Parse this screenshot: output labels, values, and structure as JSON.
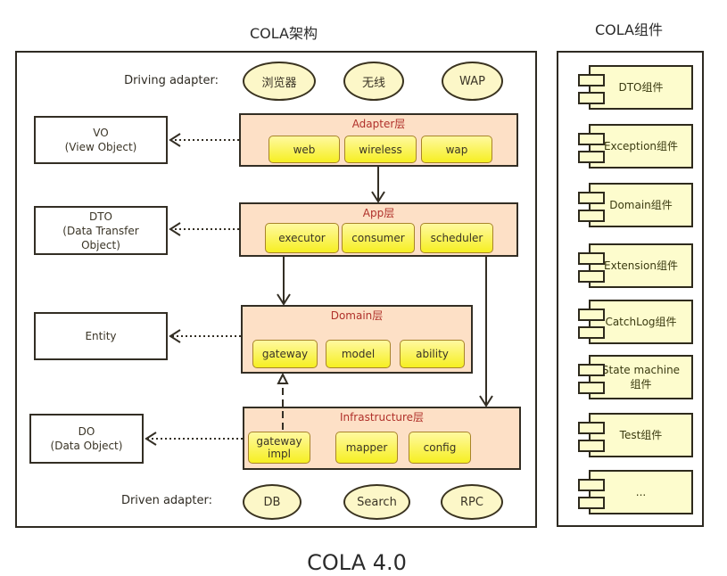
{
  "titles": {
    "architecture": "COLA架构",
    "components": "COLA组件",
    "bottom": "COLA 4.0"
  },
  "driving_adapter": {
    "label": "Driving adapter:",
    "items": [
      "浏览器",
      "无线",
      "WAP"
    ]
  },
  "driven_adapter": {
    "label": "Driven adapter:",
    "items": [
      "DB",
      "Search",
      "RPC"
    ]
  },
  "objects": [
    {
      "text": "VO\n(View Object)"
    },
    {
      "text": "DTO\n(Data Transfer\nObject)"
    },
    {
      "text": "Entity"
    },
    {
      "text": "DO\n(Data Object)"
    }
  ],
  "layers": {
    "adapter": {
      "title": "Adapter层",
      "modules": [
        "web",
        "wireless",
        "wap"
      ]
    },
    "app": {
      "title": "App层",
      "modules": [
        "executor",
        "consumer",
        "scheduler"
      ]
    },
    "domain": {
      "title": "Domain层",
      "modules": [
        "gateway",
        "model",
        "ability"
      ]
    },
    "infrastructure": {
      "title": "Infrastructure层",
      "modules": [
        "gateway\nimpl",
        "mapper",
        "config"
      ]
    }
  },
  "components": [
    "DTO组件",
    "Exception组件",
    "Domain组件",
    "Extension组件",
    "CatchLog组件",
    "State machine\n组件",
    "Test组件",
    "..."
  ],
  "colors": {
    "layer_fill": "#fde0c6",
    "layer_title": "#b0302a",
    "module_fill": "#f6ef22",
    "ellipse_fill": "#fcf7c8",
    "component_fill": "#fdfccd"
  }
}
